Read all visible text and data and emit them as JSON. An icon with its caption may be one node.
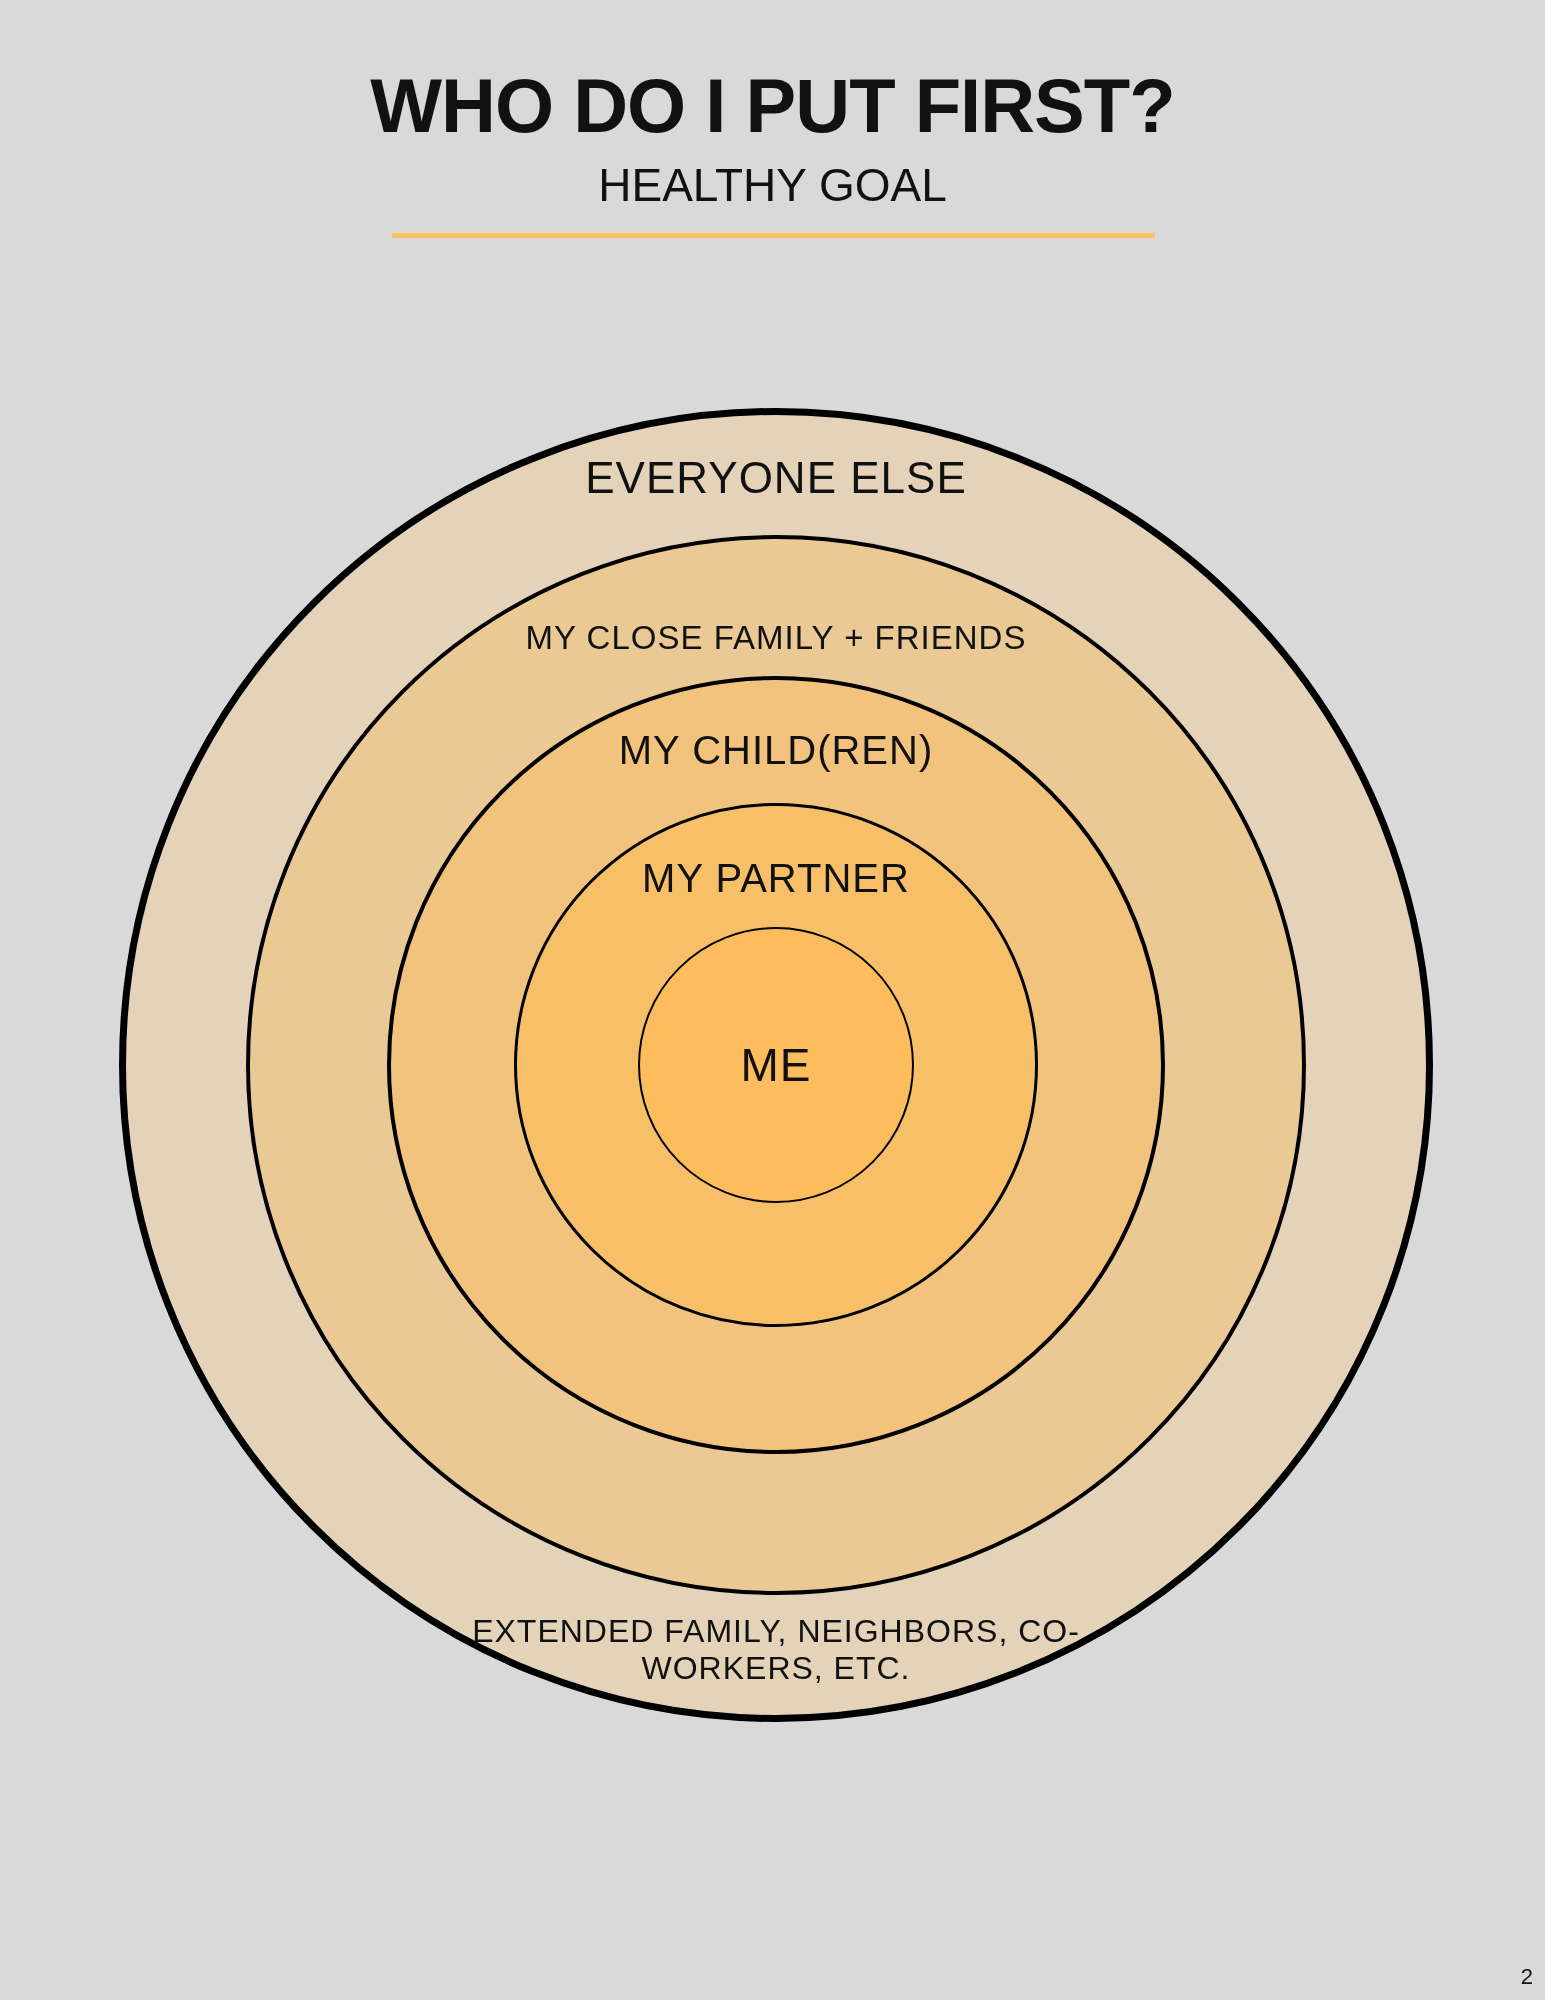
{
  "diagram": {
    "title": "WHO DO I PUT FIRST?",
    "nodes": [
      {
        "text": [
          "EVERYONE ELSE",
          "EXTENDED FAMILY, NEIGHBORS, CO-WORKERS, ETC."
        ]
      },
      {
        "text": [
          "MY CLOSE FAMILY  + FRIENDS"
        ],
        "in": 0
      },
      {
        "text": [
          "MY CHILD(REN)"
        ],
        "in": 1
      },
      {
        "text": [
          "MY PARTNER"
        ],
        "in": 2
      },
      {
        "text": [
          "ME"
        ],
        "in": 3
      }
    ],
    "labels": [
      "HEALTHY GOAL",
      "2"
    ]
  }
}
